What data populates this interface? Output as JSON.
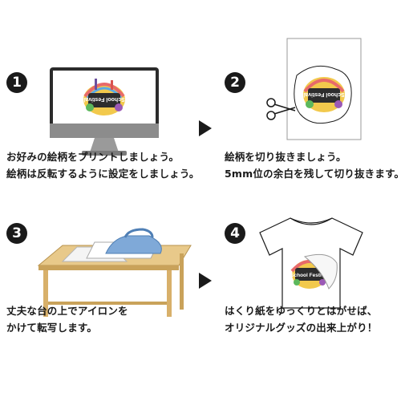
{
  "steps": [
    {
      "number": "1",
      "lines": [
        "お好みの絵柄をプリントしましょう。",
        "絵柄は反転するように設定をしましょう。"
      ]
    },
    {
      "number": "2",
      "lines": [
        "絵柄を切り抜きましょう。",
        "5mm位の余白を残して切り抜きます。"
      ]
    },
    {
      "number": "3",
      "lines": [
        "丈夫な台の上でアイロンを",
        "かけて転写します。"
      ]
    },
    {
      "number": "4",
      "lines": [
        "はくり紙をゆっくりとはがせば、",
        "オリジナルグッズの出来上がり！"
      ]
    }
  ],
  "artwork_text": "School Festival",
  "colors": {
    "dark": "#1a1a1a",
    "iron_blue": "#7fa9d8",
    "table_wood": "#e8c98a"
  }
}
